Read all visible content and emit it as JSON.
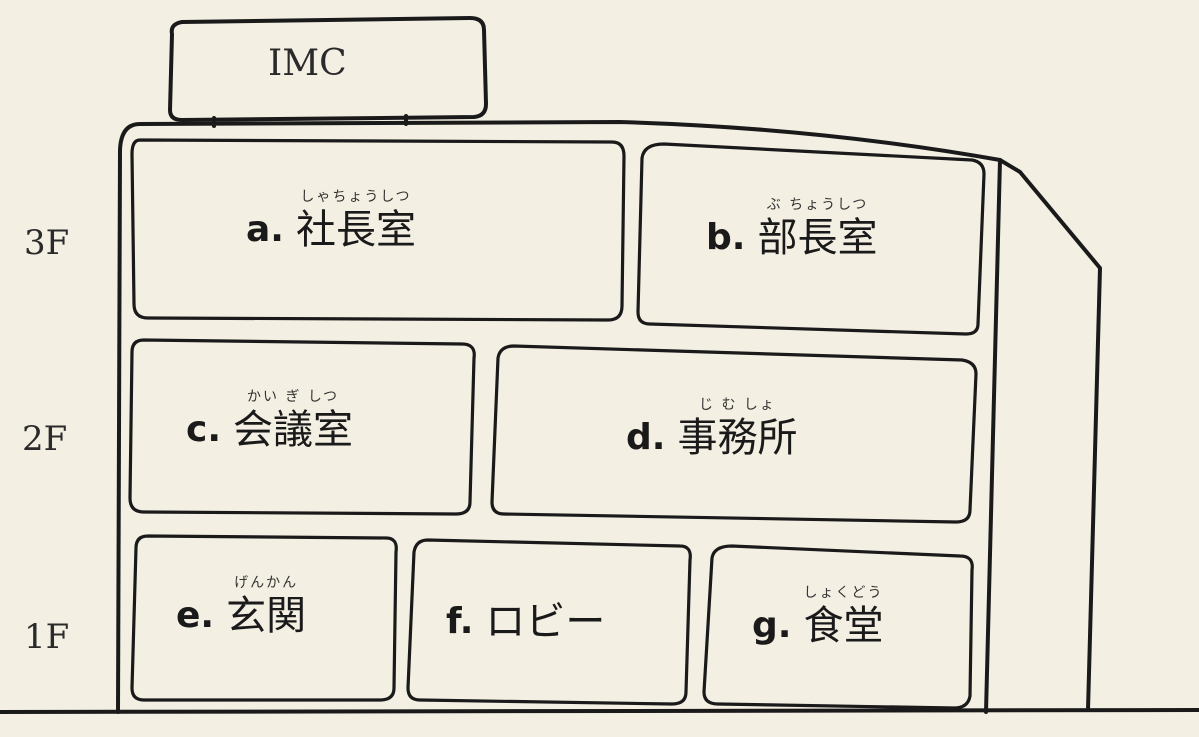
{
  "sign": {
    "label": "IMC"
  },
  "floors": [
    "3F",
    "2F",
    "1F"
  ],
  "rooms": [
    {
      "letter": "a.",
      "ruby": "しゃちょうしつ",
      "name": "社長室"
    },
    {
      "letter": "b.",
      "ruby": "ぶ ちょうしつ",
      "name": "部長室"
    },
    {
      "letter": "c.",
      "ruby": "かい ぎ しつ",
      "name": "会議室"
    },
    {
      "letter": "d.",
      "ruby": "じ む しょ",
      "name": "事務所"
    },
    {
      "letter": "e.",
      "ruby": "げんかん",
      "name": "玄関"
    },
    {
      "letter": "f.",
      "ruby": "",
      "name": "ロビー"
    },
    {
      "letter": "g.",
      "ruby": "しょくどう",
      "name": "食堂"
    }
  ]
}
